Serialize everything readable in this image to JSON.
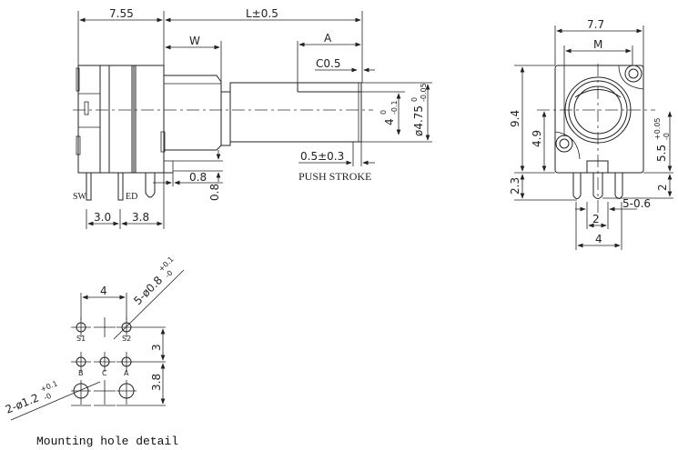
{
  "side_view": {
    "dim_body_length": "7.55",
    "dim_shaft_length": "L±0.5",
    "dim_w": "W",
    "dim_a": "A",
    "dim_chamfer": "C0.5",
    "dim_flat": "4",
    "dim_flat_tol_upper": "0",
    "dim_flat_tol_lower": "-0.1",
    "dim_shaft_dia": "ø4.75",
    "dim_shaft_dia_tol_upper": "0",
    "dim_shaft_dia_tol_lower": "-0.05",
    "dim_push_stroke": "0.5±0.3",
    "push_stroke_label": "PUSH STROKE",
    "dim_pin_gap": "0.8",
    "dim_pin_height": "0.8",
    "dim_pitch_1": "3.0",
    "dim_pitch_2": "3.8",
    "pin_label_sw": "SW",
    "pin_label_ed": "ED"
  },
  "front_view": {
    "dim_width": "7.7",
    "dim_m": "M",
    "dim_height": "9.4",
    "dim_center": "4.9",
    "dim_shaft_center": "5.5",
    "dim_shaft_center_tol_upper": "+0.05",
    "dim_shaft_center_tol_lower": "-0",
    "dim_pin_len_left": "2.3",
    "dim_pin_len_right": "2",
    "dim_pin_pitch": "2",
    "dim_pin_span": "4",
    "dim_pin_width": "5-0.6"
  },
  "mounting": {
    "title": "Mounting hole detail",
    "dim_span": "4",
    "dim_row_gap_1": "3",
    "dim_row_gap_2": "3.8",
    "small_holes": "5-ø0.8",
    "small_holes_tol_upper": "+0.1",
    "small_holes_tol_lower": "-0",
    "large_holes": "2-ø1.2",
    "large_holes_tol_upper": "+0.1",
    "large_holes_tol_lower": "-0",
    "hole_labels": [
      "S1",
      "S2",
      "B",
      "C",
      "A"
    ]
  }
}
